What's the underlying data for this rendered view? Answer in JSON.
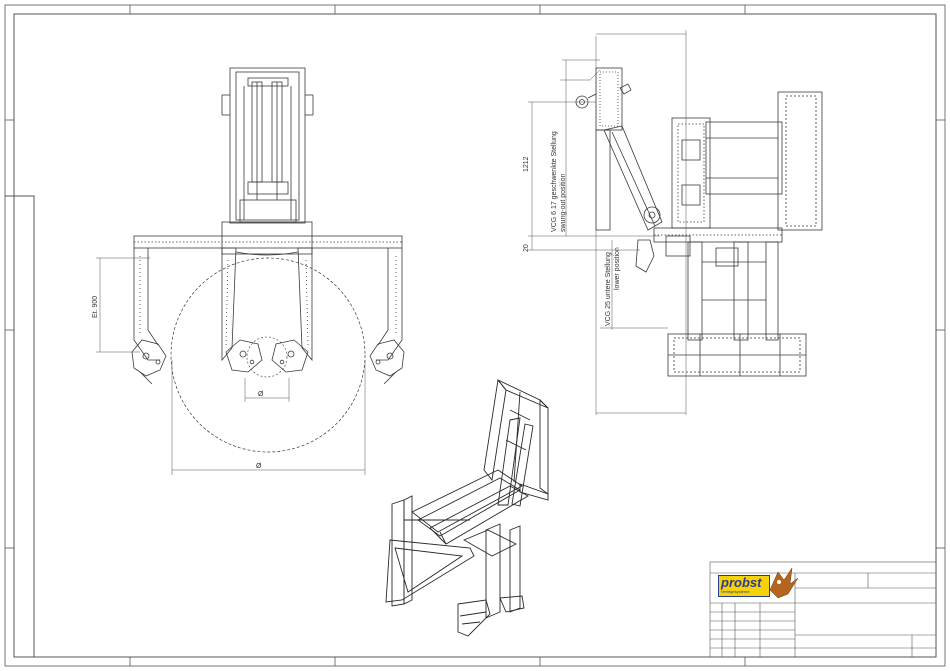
{
  "drawing": {
    "dimensions": {
      "opening": "Et. 900",
      "inner_diameter": "Ø",
      "outer_diameter": "Ø",
      "height_1212": "1212",
      "height_20": "20",
      "vcg_swung": "VCG 6 17 geschwenkte Stellung",
      "vcg_swung_en": "swung-out position",
      "vcg_lower": "VCG 25 untere Stellung",
      "vcg_lower_en": "lower position"
    }
  },
  "title_block": {
    "logo": "probst",
    "logo_sub": "Verlegesysteme"
  },
  "colors": {
    "line": "#3a3a3a",
    "logo_bg": "#f5d20a",
    "logo_fg": "#2a3c8c",
    "eagle": "#b5651d"
  }
}
